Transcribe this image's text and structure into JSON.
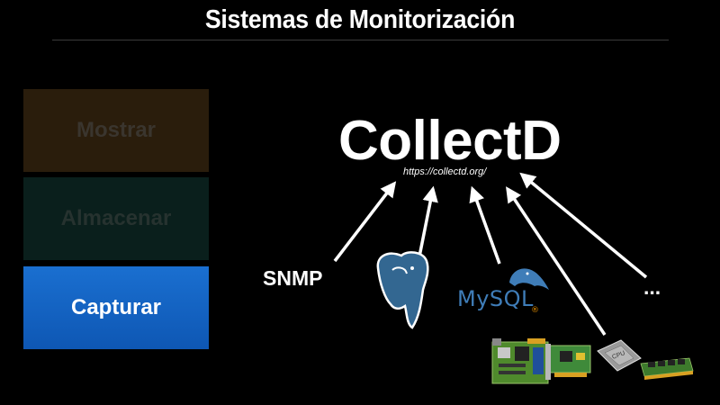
{
  "slide": {
    "title": "Sistemas de Monitorización"
  },
  "stack": {
    "mostrar": "Mostrar",
    "almacenar": "Almacenar",
    "capturar": "Capturar"
  },
  "collectd": {
    "name": "CollectD",
    "url": "https://collectd.org/"
  },
  "sources": {
    "snmp": "SNMP",
    "mysql": "MySQL",
    "more": "..."
  },
  "colors": {
    "capturar": "#1565c8",
    "mostrar": "#2a1d0c",
    "almacenar": "#0a1f1c",
    "postgres_blue": "#336791",
    "mysql_blue": "#3f7db8",
    "mysql_orange": "#e48e00"
  },
  "icons": [
    "postgresql-elephant-icon",
    "mysql-dolphin-icon",
    "motherboard-icon",
    "expansion-card-icon",
    "cpu-icon",
    "ram-module-icon"
  ]
}
